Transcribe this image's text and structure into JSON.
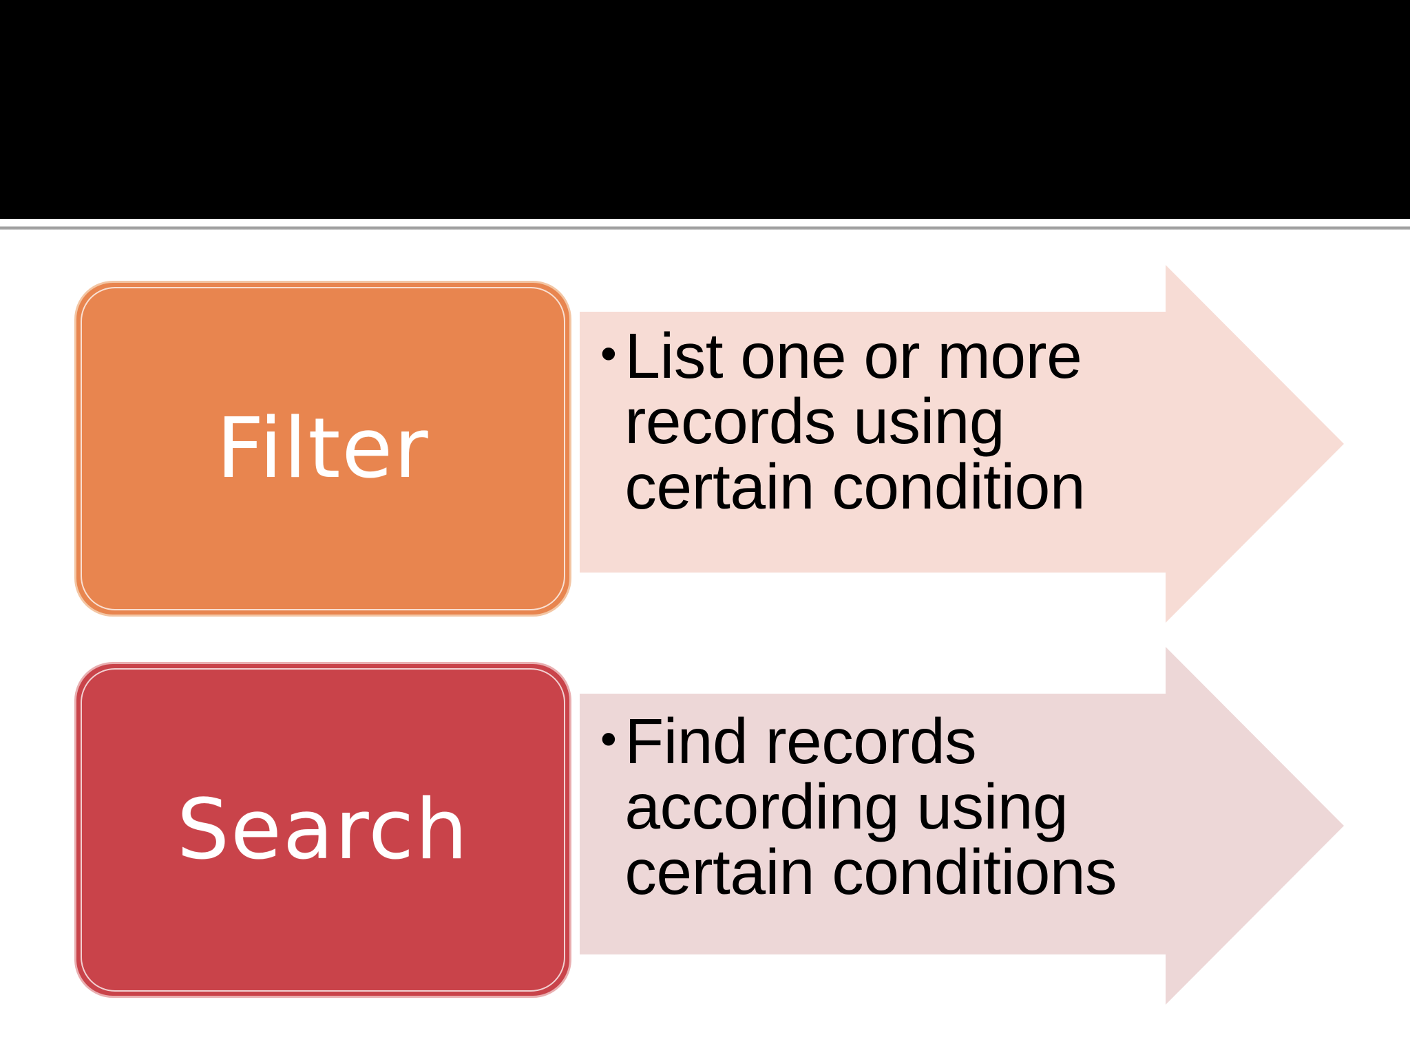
{
  "slide": {
    "background_color": "#FFFFFF",
    "banner": {
      "color": "#000000",
      "divider_color": "#8F8F8F"
    }
  },
  "rows": [
    {
      "label": "Filter",
      "box_color": "#E8854F",
      "box_border_color": "#F3C6A4",
      "arrow_color": "#F7DCD5",
      "bullet": "•",
      "text": "List one or more records using certain condition"
    },
    {
      "label": "Search",
      "box_color": "#C9434A",
      "box_border_color": "#E9AFB1",
      "arrow_color": "#EDD7D7",
      "bullet": "•",
      "text": "Find records according using certain conditions"
    }
  ]
}
